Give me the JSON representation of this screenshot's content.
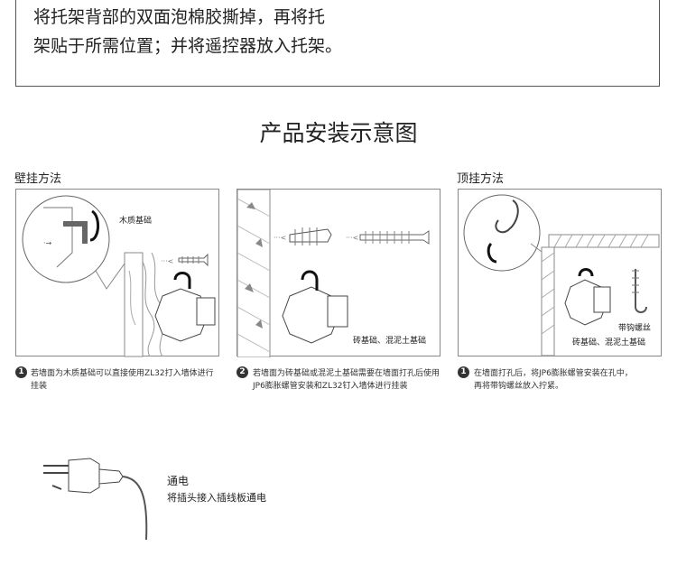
{
  "intro": {
    "line1": "将托架背部的双面泡棉胶撕掉，再将托",
    "line2": "架贴于所需位置；并将遥控器放入托架。"
  },
  "title": "产品安装示意图",
  "wall_method": {
    "label": "壁挂方法",
    "panel1_label": "木质基础",
    "panel2_label": "砖基础、混泥土基础",
    "step1_num": "1",
    "step1_line1": "若墙面为木质基础可以直接使用ZL32打入墙体进行",
    "step1_line2": "挂装",
    "step2_num": "2",
    "step2_line1": "若墙面为砖基础或混泥土基础需要在墙面打孔后使用",
    "step2_line2": "JP6膨胀螺管安装和ZL32钉入墙体进行挂装"
  },
  "ceiling_method": {
    "label": "顶挂方法",
    "panel_label_hook": "带钩螺丝",
    "panel_label_base": "砖基础、混泥土基础",
    "step_num": "1",
    "step_line1": "在墙面打孔后，将JP6膨胀螺管安装在孔中，",
    "step_line2": "再将带钩螺丝放入拧紧。"
  },
  "power": {
    "title": "通电",
    "desc": "将插头接入插线板通电"
  }
}
